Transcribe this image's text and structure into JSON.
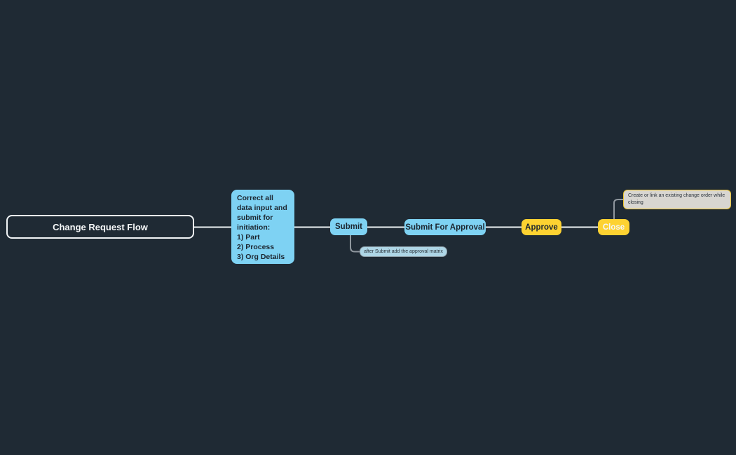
{
  "canvas": {
    "background_color": "#1f2a34",
    "accent_colors": {
      "node_blue": "#7ed2f3",
      "node_yellow": "#fdd231",
      "root_border": "#f2f5f7",
      "main_line": "#eef2f5",
      "note_line": "#8f979e",
      "note_blue_fill": "#aed6e6",
      "note_blue_border": "#8fa0a9",
      "note_gray_fill": "#d8d6d1",
      "note_yellow_border": "#eec52f",
      "dark_text": "#1c2630",
      "light_text": "#f4f6f7"
    }
  },
  "nodes": {
    "root": {
      "label": "Change Request Flow"
    },
    "instructions": {
      "label": "Correct all\ndata input and\nsubmit for\ninitiation:\n1) Part\n2) Process\n3) Org Details"
    },
    "submit": {
      "label": "Submit"
    },
    "submit_for_approval": {
      "label": "Submit For Approval"
    },
    "approve": {
      "label": "Approve"
    },
    "close": {
      "label": "Close"
    }
  },
  "notes": {
    "submit_note": {
      "label": "after Submit add the approval matrix"
    },
    "close_note": {
      "label": "Create or link an existing change order while closing"
    }
  }
}
